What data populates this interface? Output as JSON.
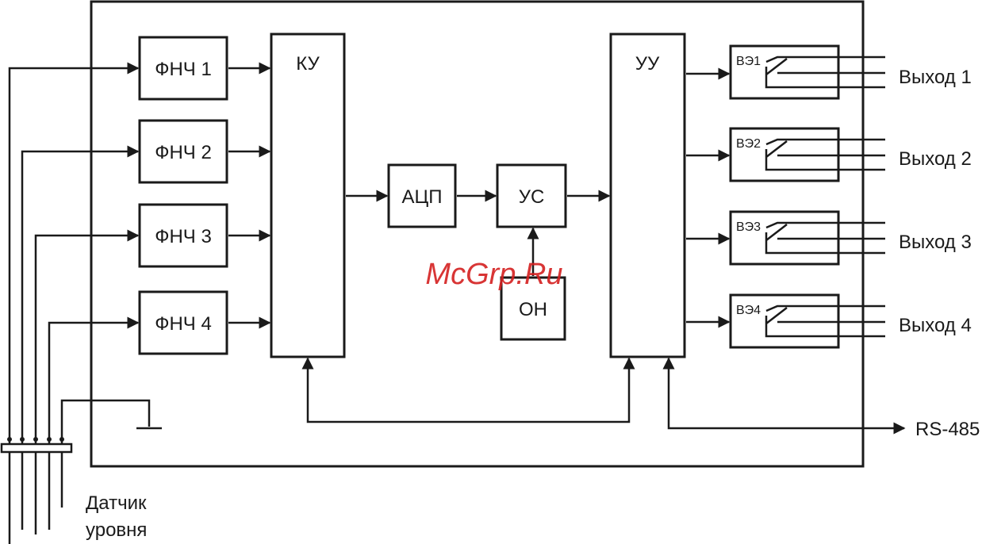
{
  "blocks": {
    "lpf": [
      "ФНЧ 1",
      "ФНЧ 2",
      "ФНЧ 3",
      "ФНЧ 4"
    ],
    "ku": "КУ",
    "adc": "АЦП",
    "us": "УС",
    "on": "ОН",
    "uu": "УУ",
    "ve": [
      "ВЭ1",
      "ВЭ2",
      "ВЭ3",
      "ВЭ4"
    ]
  },
  "outputs": [
    "Выход 1",
    "Выход 2",
    "Выход 3",
    "Выход 4"
  ],
  "interface": "RS-485",
  "sensor": {
    "line1": "Датчик",
    "line2": "уровня"
  },
  "watermark": "McGrp.Ru"
}
